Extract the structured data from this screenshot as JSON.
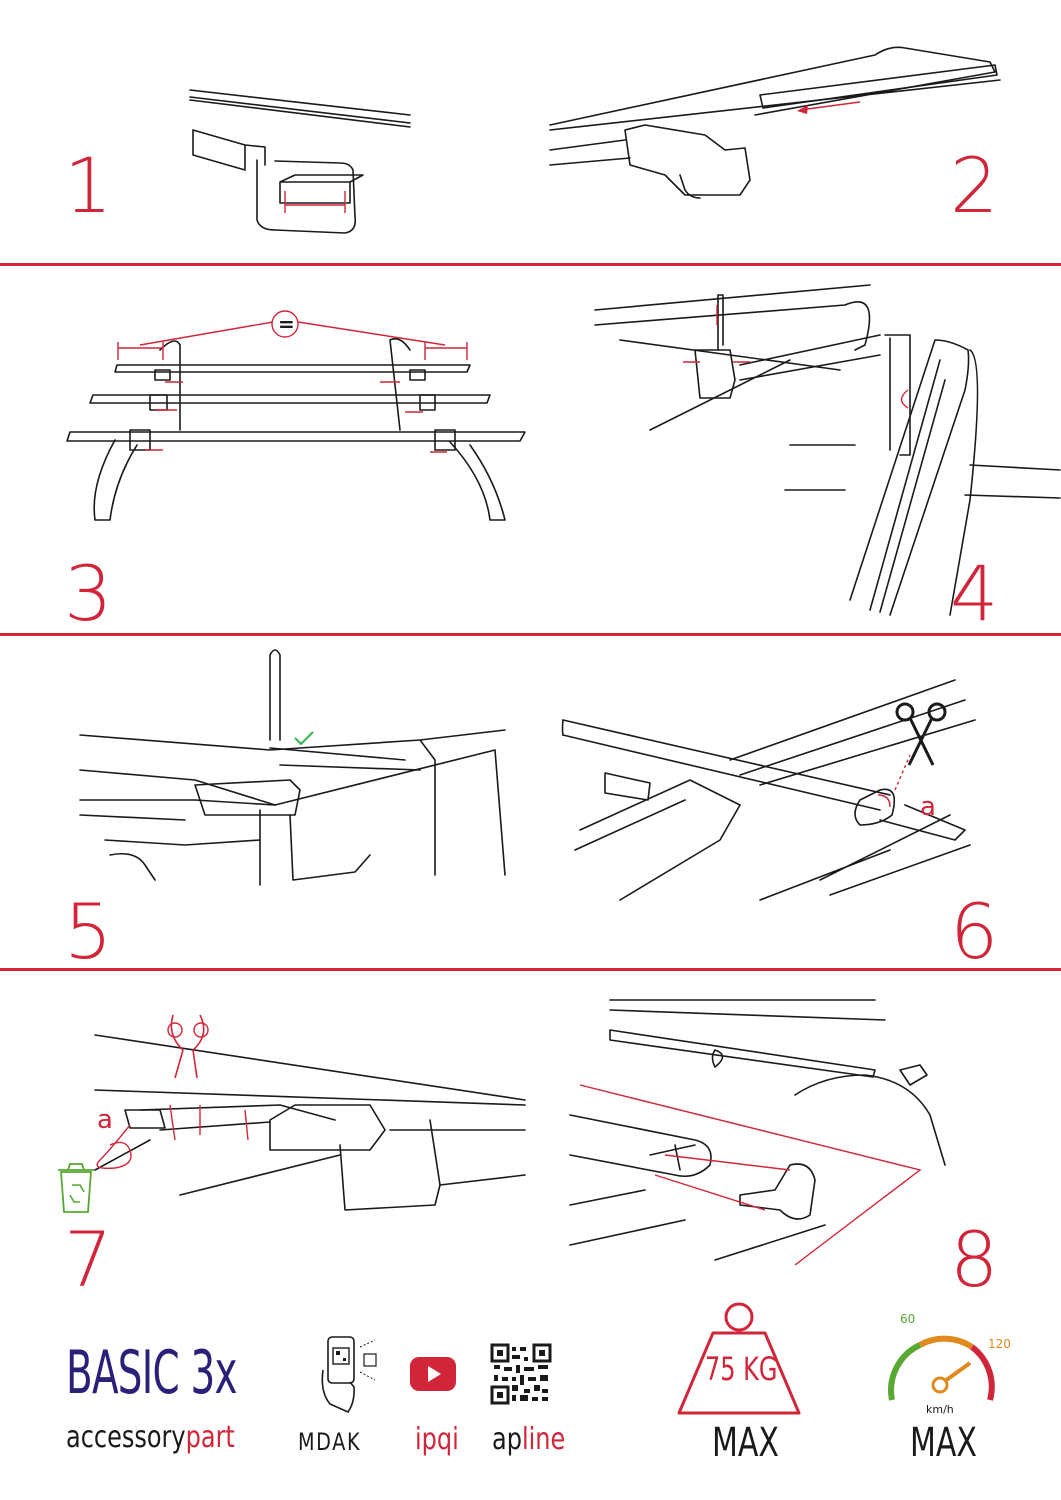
{
  "steps": {
    "s1": "1",
    "s2": "2",
    "s3": "3",
    "s4": "4",
    "s5": "5",
    "s6": "6",
    "s7": "7",
    "s8": "8"
  },
  "labels": {
    "equal": "=",
    "cut_part_6": "a",
    "cut_part_7": "a"
  },
  "footer": {
    "product_name": "BASIC 3x",
    "brand_prefix": "accessory",
    "brand_suffix": "part",
    "logo_1": "MDAK",
    "logo_2": "ipqi",
    "logo_3_prefix": "ap",
    "logo_3_suffix": "line",
    "max_load": "75 KG",
    "max_load_label": "MAX",
    "speed_60": "60",
    "speed_120": "120",
    "speed_unit": "km/h",
    "max_speed_label": "MAX"
  },
  "icons": {
    "qr_scan": "phone-qr-scan-icon",
    "video": "youtube-play-icon",
    "qr": "qr-code-icon",
    "weight": "weight-icon",
    "speed": "speedometer-icon",
    "scissors": "scissors-icon",
    "recycle": "recycle-bin-icon",
    "check": "check-icon"
  },
  "colors": {
    "accent": "#d1253a",
    "brand": "#2b2077",
    "check": "#35b34a",
    "gauge_green": "#58a831",
    "gauge_orange": "#e08a1e"
  }
}
